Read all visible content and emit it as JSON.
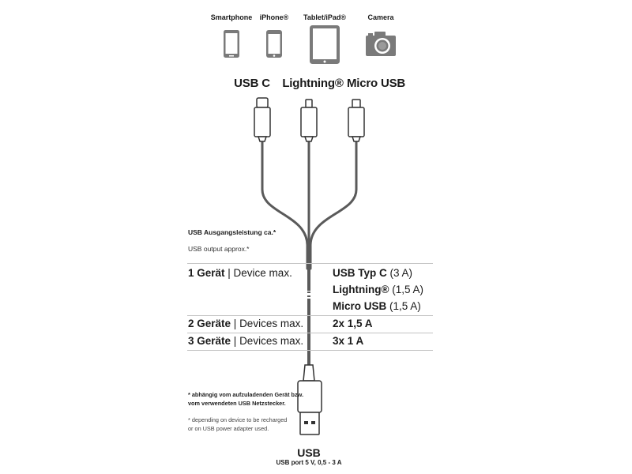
{
  "devices": [
    {
      "label": "Smartphone",
      "icon": "smartphone-icon"
    },
    {
      "label": "iPhone®",
      "icon": "iphone-icon"
    },
    {
      "label": "Tablet/iPad®",
      "icon": "tablet-icon"
    },
    {
      "label": "Camera",
      "icon": "camera-icon"
    }
  ],
  "connectors": [
    {
      "label": "USB C"
    },
    {
      "label": "Lightning®"
    },
    {
      "label": "Micro USB"
    }
  ],
  "output": {
    "title_de": "USB Ausgangsleistung ca.*",
    "title_en": "USB output approx.*",
    "rows": [
      {
        "label_de": "1 Gerät",
        "label_en": "Device max.",
        "values": [
          {
            "name": "USB Typ C",
            "amp": "(3 A)"
          },
          {
            "name": "Lightning®",
            "amp": "(1,5 A)"
          },
          {
            "name": "Micro USB",
            "amp": "(1,5 A)"
          }
        ]
      },
      {
        "label_de": "2 Geräte",
        "label_en": "Devices max.",
        "values": [
          {
            "name": "2x 1,5 A",
            "amp": ""
          }
        ]
      },
      {
        "label_de": "3 Geräte",
        "label_en": "Devices max.",
        "values": [
          {
            "name": "3x 1 A",
            "amp": ""
          }
        ]
      }
    ]
  },
  "footnote": {
    "de_line1": "* abhängig vom aufzuladenden Gerät bzw.",
    "de_line2": "vom verwendeten USB Netzstecker.",
    "en_line1": "* depending on device to be recharged",
    "en_line2": "or on USB power adapter used."
  },
  "usb": {
    "label": "USB",
    "sublabel": "USB port 5 V, 0,5  - 3 A"
  },
  "colors": {
    "cable": "#5a5a5a",
    "connector_outline": "#333333",
    "device": "#7a7a7a",
    "separator": "#c4c4c4"
  }
}
